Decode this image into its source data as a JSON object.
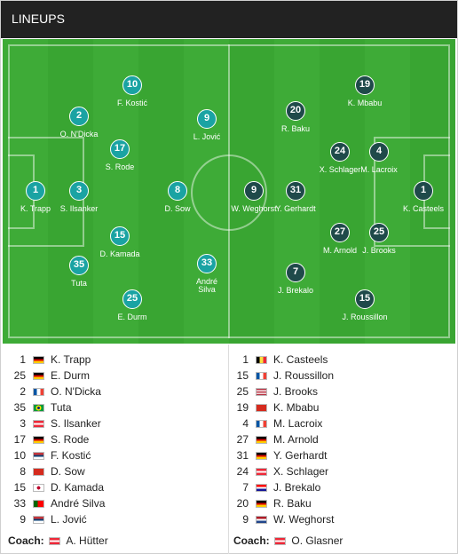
{
  "header": {
    "title": "LINEUPS"
  },
  "colors": {
    "home_marker": "#1aa3a3",
    "away_marker": "#1f4a4a",
    "pitch": "#39a532",
    "header_bg": "#222222"
  },
  "pitch_home": [
    {
      "number": "1",
      "name": "K. Trapp"
    },
    {
      "number": "2",
      "name": "O. N'Dicka"
    },
    {
      "number": "3",
      "name": "S. Ilsanker"
    },
    {
      "number": "35",
      "name": "Tuta"
    },
    {
      "number": "10",
      "name": "F. Kostić"
    },
    {
      "number": "17",
      "name": "S. Rode"
    },
    {
      "number": "15",
      "name": "D. Kamada"
    },
    {
      "number": "25",
      "name": "E. Durm"
    },
    {
      "number": "9",
      "name": "L. Jović"
    },
    {
      "number": "8",
      "name": "D. Sow"
    },
    {
      "number": "33",
      "name": "André\nSilva"
    }
  ],
  "pitch_away": [
    {
      "number": "1",
      "name": "K. Casteels"
    },
    {
      "number": "19",
      "name": "K. Mbabu"
    },
    {
      "number": "4",
      "name": "M. Lacroix"
    },
    {
      "number": "25",
      "name": "J. Brooks"
    },
    {
      "number": "15",
      "name": "J. Roussillon"
    },
    {
      "number": "20",
      "name": "R. Baku"
    },
    {
      "number": "24",
      "name": "X. Schlager"
    },
    {
      "number": "27",
      "name": "M. Arnold"
    },
    {
      "number": "31",
      "name": "Y. Gerhardt"
    },
    {
      "number": "7",
      "name": "J. Brekalo"
    },
    {
      "number": "9",
      "name": "W. Weghorst"
    }
  ],
  "home_list": [
    {
      "number": "1",
      "name": "K. Trapp",
      "flag": "germany"
    },
    {
      "number": "25",
      "name": "E. Durm",
      "flag": "germany"
    },
    {
      "number": "2",
      "name": "O. N'Dicka",
      "flag": "france"
    },
    {
      "number": "35",
      "name": "Tuta",
      "flag": "brazil"
    },
    {
      "number": "3",
      "name": "S. Ilsanker",
      "flag": "austria"
    },
    {
      "number": "17",
      "name": "S. Rode",
      "flag": "germany"
    },
    {
      "number": "10",
      "name": "F. Kostić",
      "flag": "serbia"
    },
    {
      "number": "8",
      "name": "D. Sow",
      "flag": "switzerland"
    },
    {
      "number": "15",
      "name": "D. Kamada",
      "flag": "japan"
    },
    {
      "number": "33",
      "name": "André Silva",
      "flag": "portugal"
    },
    {
      "number": "9",
      "name": "L. Jović",
      "flag": "serbia"
    }
  ],
  "away_list": [
    {
      "number": "1",
      "name": "K. Casteels",
      "flag": "belgium"
    },
    {
      "number": "15",
      "name": "J. Roussillon",
      "flag": "france"
    },
    {
      "number": "25",
      "name": "J. Brooks",
      "flag": "usa"
    },
    {
      "number": "19",
      "name": "K. Mbabu",
      "flag": "switzerland"
    },
    {
      "number": "4",
      "name": "M. Lacroix",
      "flag": "france"
    },
    {
      "number": "27",
      "name": "M. Arnold",
      "flag": "germany"
    },
    {
      "number": "31",
      "name": "Y. Gerhardt",
      "flag": "germany"
    },
    {
      "number": "24",
      "name": "X. Schlager",
      "flag": "austria"
    },
    {
      "number": "7",
      "name": "J. Brekalo",
      "flag": "croatia"
    },
    {
      "number": "20",
      "name": "R. Baku",
      "flag": "germany"
    },
    {
      "number": "9",
      "name": "W. Weghorst",
      "flag": "netherlands"
    }
  ],
  "home_coach": {
    "label": "Coach:",
    "name": "A. Hütter",
    "flag": "austria"
  },
  "away_coach": {
    "label": "Coach:",
    "name": "O. Glasner",
    "flag": "austria"
  }
}
